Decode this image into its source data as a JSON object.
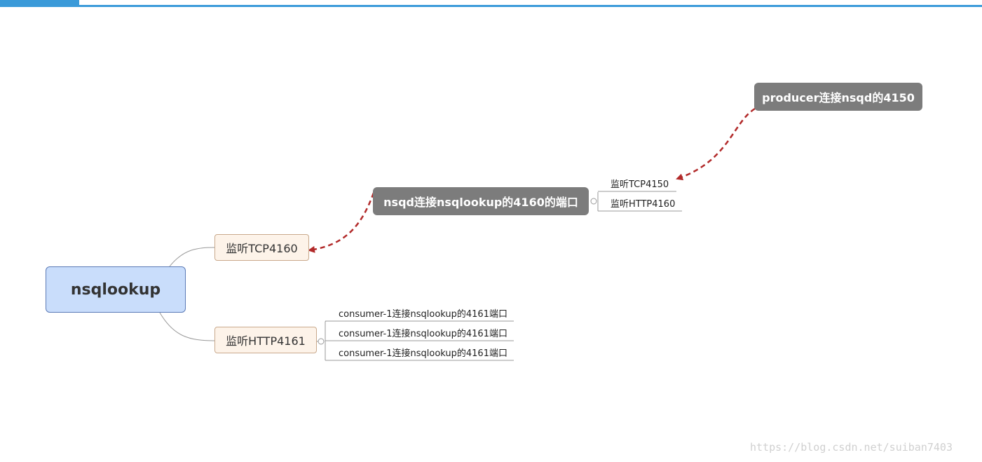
{
  "root": {
    "label": "nsqlookup"
  },
  "branches": [
    {
      "label": "监听TCP4160"
    },
    {
      "label": "监听HTTP4161"
    }
  ],
  "consumers": [
    "consumer-1连接nsqlookup的4161端口",
    "consumer-1连接nsqlookup的4161端口",
    "consumer-1连接nsqlookup的4161端口"
  ],
  "nsqd_ports": [
    "监听TCP4150",
    "监听HTTP4160"
  ],
  "callouts": {
    "nsqd": "nsqd连接nsqlookup的4160的端口",
    "producer": "producer连接nsqd的4150"
  },
  "watermark": "https://blog.csdn.net/suiban7403",
  "colors": {
    "accent_bar": "#3a9ad9",
    "root_fill": "#c9ddfb",
    "branch_fill": "#fdf3e9",
    "callout_fill": "#7c7c7c",
    "relation_arrow": "#b22a2a"
  }
}
